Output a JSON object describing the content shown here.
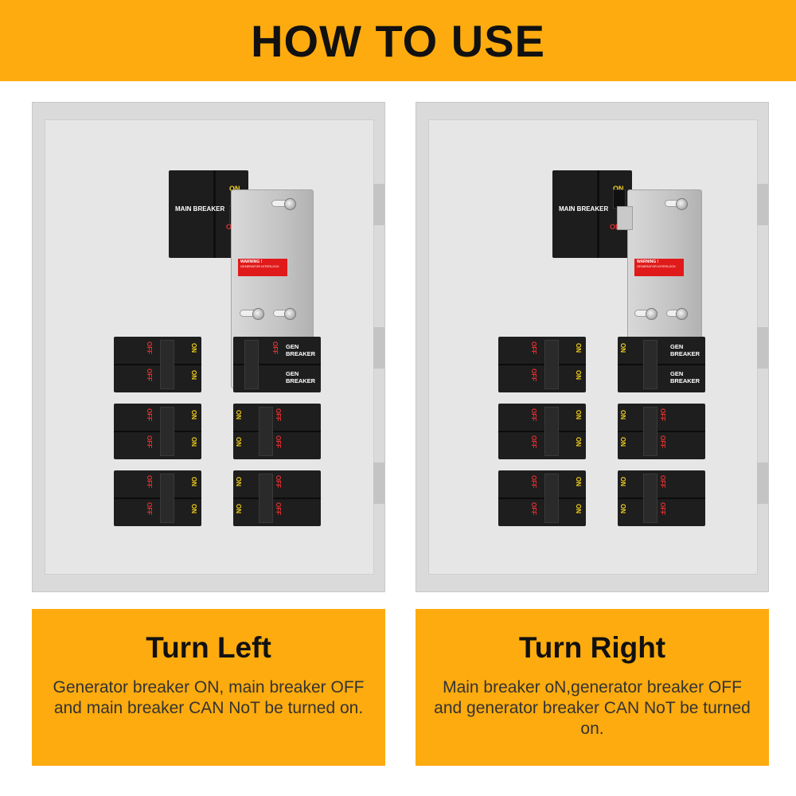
{
  "header": {
    "title": "HOW TO USE"
  },
  "colors": {
    "accent": "#fdab0e",
    "panel": "#dadada",
    "on": "#f6d21a",
    "off": "#e53030"
  },
  "panel_labels": {
    "main_breaker": "MAIN BREAKER",
    "gen_breaker": "GEN BREAKER",
    "on": "ON",
    "off": "OFF",
    "warning_title": "WARNING !",
    "warning_sub": "GENERATOR INTERLOCK"
  },
  "left": {
    "title": "Turn Left",
    "description": "Generator breaker ON, main breaker OFF and main breaker CAN NoT be turned on."
  },
  "right": {
    "title": "Turn Right",
    "description": "Main breaker oN,generator breaker OFF and generator breaker CAN NoT be turned on."
  }
}
